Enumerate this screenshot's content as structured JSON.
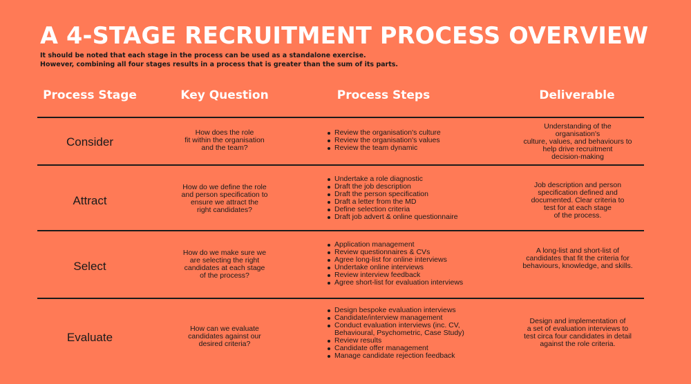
{
  "title": "A 4-STAGE RECRUITMENT PROCESS OVERVIEW",
  "subtitle_lines": [
    "It should be noted that each stage in the process can be used as a standalone exercise.",
    "However, combining all four stages results in a process that is greater than the sum of its parts."
  ],
  "headers": [
    "Process Stage",
    "Key Question",
    "Process Steps",
    "Deliverable"
  ],
  "rows": [
    {
      "stage": "Consider",
      "question": [
        "How does the role",
        "fit within the organisation",
        "and the team?"
      ],
      "steps": [
        "Review the organisation's culture",
        "Review the organisation's values",
        "Review the team dynamic"
      ],
      "deliverable": [
        "Understanding of the",
        "organisation's",
        "culture, values, and behaviours to",
        "help drive recruitment",
        "decision-making"
      ]
    },
    {
      "stage": "Attract",
      "question": [
        "How do we define the role",
        "and person specification to",
        "ensure  we attract the",
        "right candidates?"
      ],
      "steps": [
        "Undertake a role diagnostic",
        "Draft the job description",
        "Draft the person specification",
        "Draft a letter from the MD",
        "Define selection criteria",
        "Draft job advert & online questionnaire"
      ],
      "deliverable": [
        "Job description and person",
        "specification defined and",
        "documented.  Clear criteria to",
        "test for at each stage",
        "of the process."
      ]
    },
    {
      "stage": "Select",
      "question": [
        "How do we make sure we",
        "are selecting the right",
        "candidates at each stage",
        "of the process?"
      ],
      "steps": [
        "Application management",
        "Review questionnaires & CVs",
        "Agree long-list for online interviews",
        "Undertake online interviews",
        "Review interview feedback",
        "Agree short-list for evaluation interviews"
      ],
      "deliverable": [
        "A long-list and short-list of",
        "candidates that fit the criteria for",
        "behaviours, knowledge, and skills."
      ]
    },
    {
      "stage": "Evaluate",
      "question": [
        "How can we evaluate",
        "candidates against our",
        "desired criteria?"
      ],
      "steps": [
        "Design bespoke evaluation interviews",
        "Candidate/interview management",
        "Conduct evaluation interviews (inc. CV, Behavioural, Psychometric, Case Study)",
        "Review results",
        "Candidate offer management",
        "Manage candidate rejection feedback"
      ],
      "deliverable": [
        "Design and implementation of",
        "a set of evaluation interviews to",
        "test circa four candidates in detail",
        "against the role criteria."
      ]
    }
  ]
}
